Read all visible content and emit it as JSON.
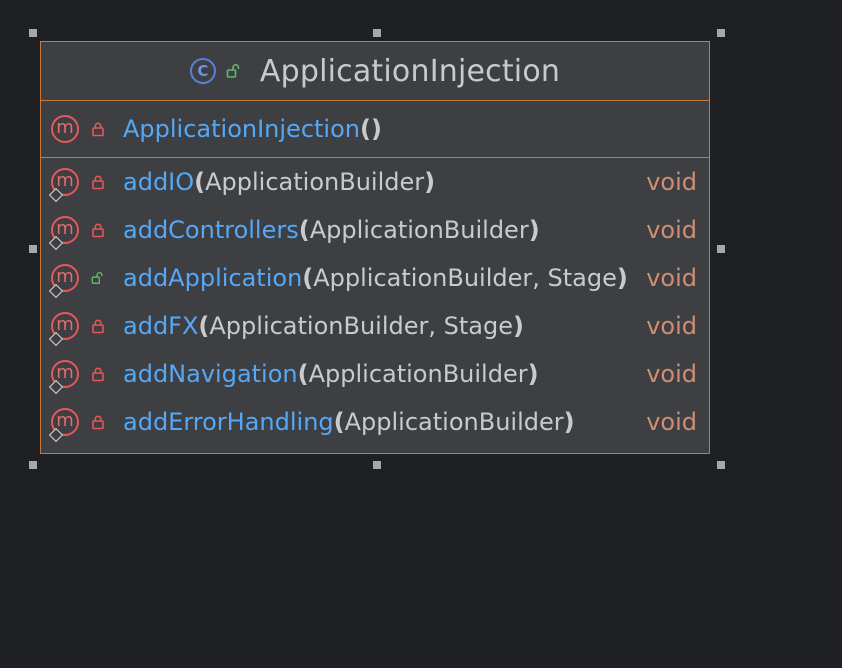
{
  "class": {
    "name": "ApplicationInjection",
    "constructor": {
      "name": "ApplicationInjection",
      "open": "(",
      "params": "",
      "close": ")"
    },
    "methods": [
      {
        "name": "addIO",
        "open": "(",
        "params": "ApplicationBuilder",
        "close": ")",
        "return": "void",
        "visibility": "private"
      },
      {
        "name": "addControllers",
        "open": "(",
        "params": "ApplicationBuilder",
        "close": ")",
        "return": "void",
        "visibility": "private"
      },
      {
        "name": "addApplication",
        "open": "(",
        "params": "ApplicationBuilder, Stage",
        "close": ")",
        "return": "void",
        "visibility": "public"
      },
      {
        "name": "addFX",
        "open": "(",
        "params": "ApplicationBuilder, Stage",
        "close": ")",
        "return": "void",
        "visibility": "private"
      },
      {
        "name": "addNavigation",
        "open": "(",
        "params": "ApplicationBuilder",
        "close": ")",
        "return": "void",
        "visibility": "private"
      },
      {
        "name": "addErrorHandling",
        "open": "(",
        "params": "ApplicationBuilder",
        "close": ")",
        "return": "void",
        "visibility": "private"
      }
    ]
  },
  "icons": {
    "class": "class-icon",
    "method": "method-icon",
    "private": "lock-icon",
    "public": "unlock-icon",
    "override": "override-marker-icon"
  },
  "colors": {
    "background": "#1f2023",
    "box": "#3d3f42",
    "border": "#c7793a",
    "method_name": "#56a8f5",
    "return_type": "#cf8e6d",
    "private_lock": "#e15a5a",
    "public_lock": "#5fb865"
  }
}
